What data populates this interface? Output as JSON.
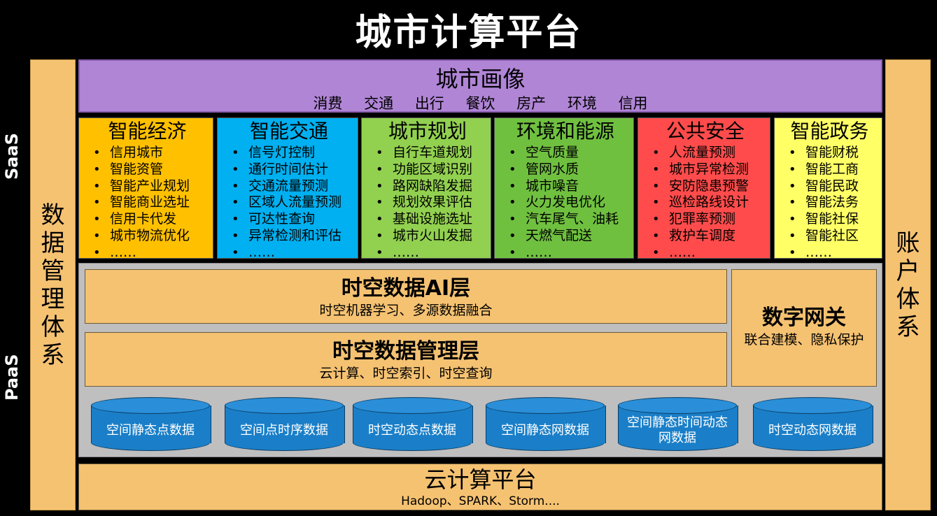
{
  "title": "城市计算平台",
  "saas_label": "SaaS",
  "paas_label": "PaaS",
  "left_column": "数据管理体系",
  "right_column": "账户体系",
  "portrait": {
    "title": "城市画像",
    "tags": [
      "消费",
      "交通",
      "出行",
      "餐饮",
      "房产",
      "环境",
      "信用"
    ]
  },
  "apps": [
    {
      "title": "智能经济",
      "color": "#ffc000",
      "items": [
        "信用城市",
        "智能资管",
        "智能产业规划",
        "智能商业选址",
        "信用卡代发",
        "城市物流优化",
        "……"
      ]
    },
    {
      "title": "智能交通",
      "color": "#00b0f0",
      "items": [
        "信号灯控制",
        "通行时间估计",
        "交通流量预测",
        "区域人流量预测",
        "可达性查询",
        "异常检测和评估",
        "……"
      ]
    },
    {
      "title": "城市规划",
      "color": "#92d050",
      "items": [
        "自行车道规划",
        "功能区域识别",
        "路网缺陷发掘",
        "规划效果评估",
        "基础设施选址",
        "城市火山发掘",
        "……"
      ]
    },
    {
      "title": "环境和能源",
      "color": "#70c040",
      "items": [
        "空气质量",
        "管网水质",
        "城市噪音",
        "火力发电优化",
        "汽车尾气、油耗",
        "天燃气配送",
        "……"
      ]
    },
    {
      "title": "公共安全",
      "color": "#ff4b4b",
      "items": [
        "人流量预测",
        "城市异常检测",
        "安防隐患预警",
        "巡检路线设计",
        "犯罪率预测",
        "救护车调度",
        "……"
      ]
    },
    {
      "title": "智能政务",
      "color": "#ffff66",
      "items": [
        "智能财税",
        "智能工商",
        "智能民政",
        "智能法务",
        "智能社保",
        "智能社区",
        "……"
      ]
    }
  ],
  "ai_layer": {
    "title": "时空数据AI层",
    "subtitle": "时空机器学习、多源数据融合"
  },
  "mgmt_layer": {
    "title": "时空数据管理层",
    "subtitle": "云计算、时空索引、时空查询"
  },
  "gateway": {
    "title": "数字网关",
    "subtitle": "联合建模、隐私保护"
  },
  "databases": [
    "空间静态点数据",
    "空间点时序数据",
    "时空动态点数据",
    "空间静态网数据",
    "空间静态时间动态网数据",
    "时空动态网数据"
  ],
  "cloud": {
    "title": "云计算平台",
    "subtitle": "Hadoop、SPARK、Storm...."
  }
}
